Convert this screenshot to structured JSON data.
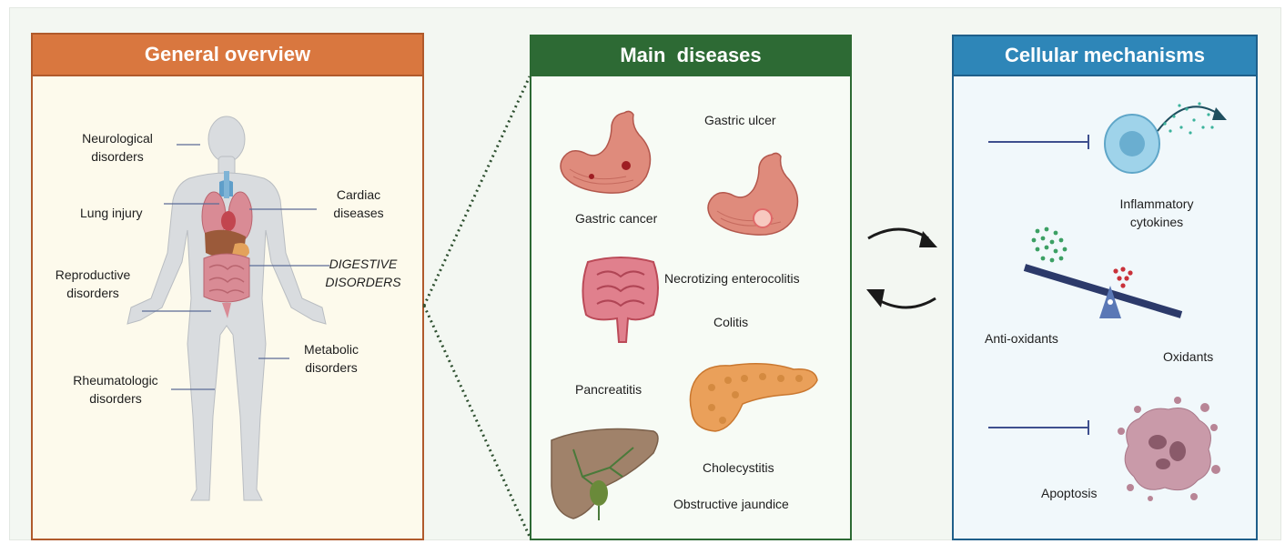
{
  "panels": {
    "general": {
      "title": "General overview",
      "header_color": "#d9773f",
      "labels": {
        "neurological": "Neurological\ndisorders",
        "lung": "Lung injury",
        "cardiac": "Cardiac\ndiseases",
        "digestive": "DIGESTIVE\nDISORDERS",
        "reproductive": "Reproductive\ndisorders",
        "metabolic": "Metabolic\ndisorders",
        "rheumatologic": "Rheumatologic\ndisorders"
      }
    },
    "diseases": {
      "title": "Main  diseases",
      "header_color": "#2d6a34",
      "labels": {
        "gastric_ulcer": "Gastric ulcer",
        "gastric_cancer": "Gastric cancer",
        "nec": "Necrotizing enterocolitis",
        "colitis": "Colitis",
        "pancreatitis": "Pancreatitis",
        "cholecystitis": "Cholecystitis",
        "jaundice": "Obstructive jaundice"
      }
    },
    "mechanisms": {
      "title": "Cellular mechanisms",
      "header_color": "#2e86b8",
      "labels": {
        "cytokines": "Inflammatory\ncytokines",
        "antioxidants": "Anti-oxidants",
        "oxidants": "Oxidants",
        "apoptosis": "Apoptosis"
      }
    }
  },
  "icons": {
    "body": "human-body-icon",
    "stomach": "stomach-icon",
    "intestine": "intestine-icon",
    "pancreas": "pancreas-icon",
    "liver": "liver-icon",
    "cell": "immune-cell-icon",
    "balance": "seesaw-balance-icon",
    "apoptosis": "apoptotic-cell-icon",
    "cycle": "bidirectional-arrows-icon"
  }
}
